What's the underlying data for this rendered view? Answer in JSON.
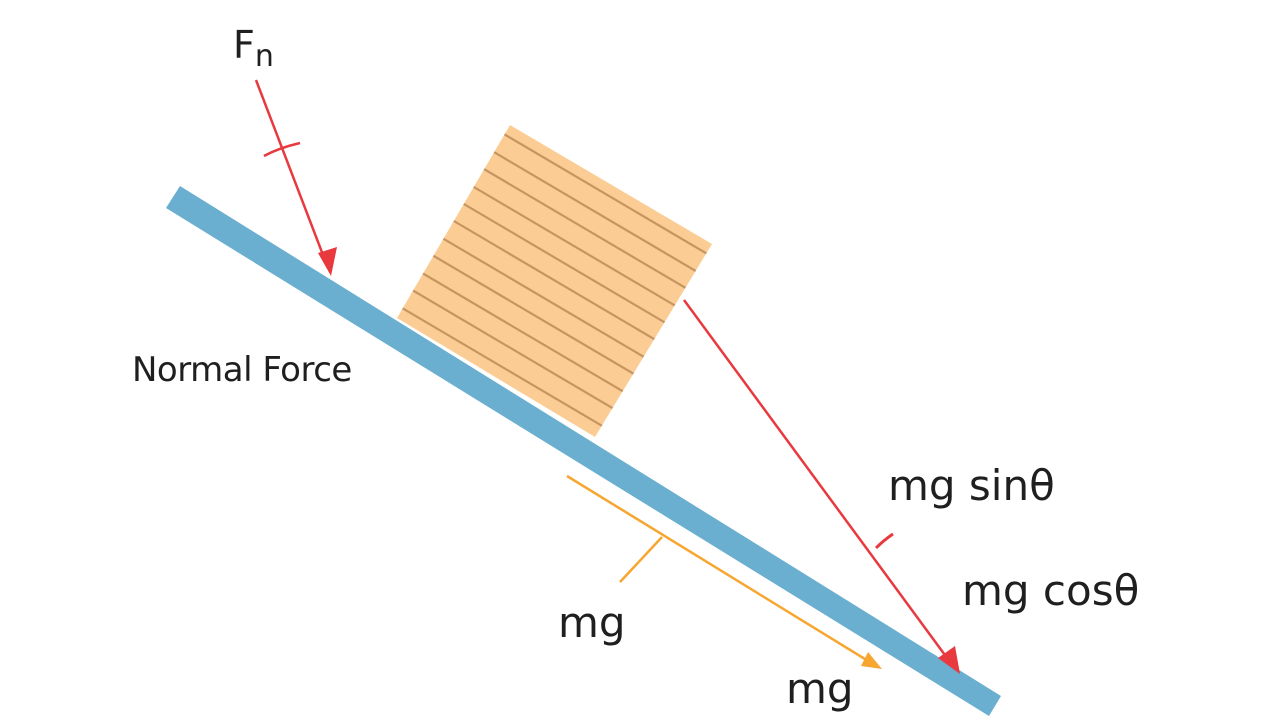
{
  "labels": {
    "fn_main": "F",
    "fn_sub": "n",
    "normal_force": "Normal Force",
    "mg_sin": "mg sinθ",
    "mg_cos": "mg cosθ",
    "mg_left": "mg",
    "mg_bottom": "mg"
  },
  "colors": {
    "incline": "#6aafcf",
    "block_fill": "#fbcd94",
    "block_stripe": "#c79561",
    "red_arrow": "#e8393f",
    "orange_arrow": "#f7a630",
    "text": "#1f1f1f",
    "background": "#ffffff"
  }
}
